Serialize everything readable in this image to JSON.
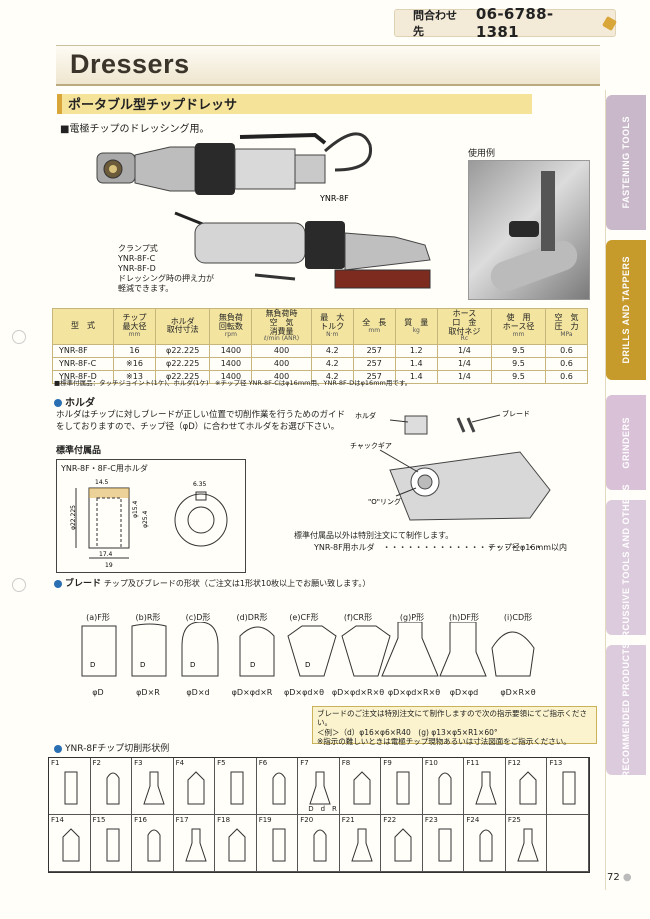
{
  "header": {
    "contact_label": "問合わせ先",
    "phone": "06-6788-1381"
  },
  "title": "Dressers",
  "side_tabs": [
    {
      "label": "FASTENING TOOLS",
      "color": "#c9b8c9"
    },
    {
      "label": "DRILLS AND TAPPERS",
      "color": "#c69a2b"
    },
    {
      "label": "GRINDERS",
      "color": "#d9c1d8"
    },
    {
      "label": "PERCUSSIVE TOOLS AND OTHERS",
      "color": "#dccbdc"
    },
    {
      "label": "RECOMMENDED PRODUCTS",
      "color": "#dccbdc"
    }
  ],
  "section": {
    "title": "ポータブル型チップドレッサ",
    "subtitle": "電極チップのドレッシング用。"
  },
  "product_labels": {
    "model_top": "YNR-8F",
    "usage_example": "使用例",
    "clamp_note": [
      "クランプ式",
      "YNR-8F-C",
      "YNR-8F-D",
      "ドレッシング時の押え力が",
      "軽減できます。"
    ]
  },
  "spec_table": {
    "headers": [
      "型　式",
      "チップ\n最大径",
      "ホルダ\n取付寸法",
      "無負荷\n回転数",
      "無負荷時\n空　気\n消費量",
      "最　大\nトルク",
      "全　長",
      "質　量",
      "ホース\n口　金\n取付ネジ",
      "使　用\nホース径",
      "空　気\n圧　力"
    ],
    "units": [
      "",
      "mm",
      "",
      "rpm",
      "ℓ/min (ANR)",
      "N·m",
      "mm",
      "kg",
      "Rc",
      "mm",
      "MPa"
    ],
    "rows": [
      [
        "YNR-8F",
        "16",
        "φ22.225",
        "1400",
        "400",
        "4.2",
        "257",
        "1.2",
        "1/4",
        "9.5",
        "0.6"
      ],
      [
        "YNR-8F-C",
        "※16",
        "φ22.225",
        "1400",
        "400",
        "4.2",
        "257",
        "1.4",
        "1/4",
        "9.5",
        "0.6"
      ],
      [
        "YNR-8F-D",
        "※13",
        "φ22.225",
        "1400",
        "400",
        "4.2",
        "257",
        "1.4",
        "1/4",
        "9.5",
        "0.6"
      ]
    ],
    "note": "■標準付属品：タッチジョイント(1ケ)、ホルダ(1ケ)　※チップ径 YNR-8F-Cはφ16mm用、YNR-8F-Dはφ16mm用です。"
  },
  "holder": {
    "title": "ホルダ",
    "text1": "ホルダはチップに対しブレードが正しい位置で切削作業を行うためのガイド",
    "text2": "をしておりますので、チップ径（φD）に合わせてホルダをお選び下さい。",
    "accessory": "標準付属品",
    "box_title": "YNR-8F・8F-C用ホルダ",
    "dims": [
      "14.5",
      "φ22.225",
      "φ15.4",
      "φ25.4",
      "17.4",
      "19",
      "6.35"
    ],
    "part_labels": [
      "ホルダ",
      "ブレード",
      "チャックギア",
      "\"O\"リング"
    ],
    "special1": "標準付属品以外は特別注文にて制作します。",
    "special2_a": "YNR-8F用ホルダ　・・・・・・・・・・・・・・・・・・・・",
    "special2_b": "チップ径φ16mm以内"
  },
  "blade": {
    "title": "ブレード",
    "subtitle": "チップ及びブレードの形状（ご注文は1形状10枚以上でお願い致します。）",
    "shapes": [
      {
        "name": "(a)F形",
        "dim": "φD"
      },
      {
        "name": "(b)R形",
        "dim": "φD×R"
      },
      {
        "name": "(c)D形",
        "dim": "φD×d"
      },
      {
        "name": "(d)DR形",
        "dim": "φD×φd×R"
      },
      {
        "name": "(e)CF形",
        "dim": "φD×φd×θ"
      },
      {
        "name": "(f)CR形",
        "dim": "φD×φd×R×θ"
      },
      {
        "name": "(g)P形",
        "dim": "φD×φd×R×θ"
      },
      {
        "name": "(h)DF形",
        "dim": "φD×φd"
      },
      {
        "name": "(i)CD形",
        "dim": "φD×R×θ"
      }
    ],
    "notice": [
      "ブレードのご注文は特別注文にて制作しますので次の指示要領にてご指示ください。",
      "＜例＞（d）φ16×φ6×R40　(g) φ13×φ5×R1×60°",
      "※指示の難しいときは電極チップ現物あるいは寸法図面をご指示ください。"
    ]
  },
  "shapes_grid": {
    "title": "YNR-8Fチップ切削形状例",
    "row1": [
      "F1",
      "F2",
      "F3",
      "F4",
      "F5",
      "F6",
      "F7",
      "F8",
      "F9",
      "F10",
      "F11",
      "F12",
      "F13"
    ],
    "row2": [
      "F14",
      "F15",
      "F16",
      "F17",
      "F18",
      "F19",
      "F20",
      "F21",
      "F22",
      "F23",
      "F24",
      "F25",
      ""
    ],
    "f8_labels": "D　d　R"
  },
  "page_number": "72"
}
